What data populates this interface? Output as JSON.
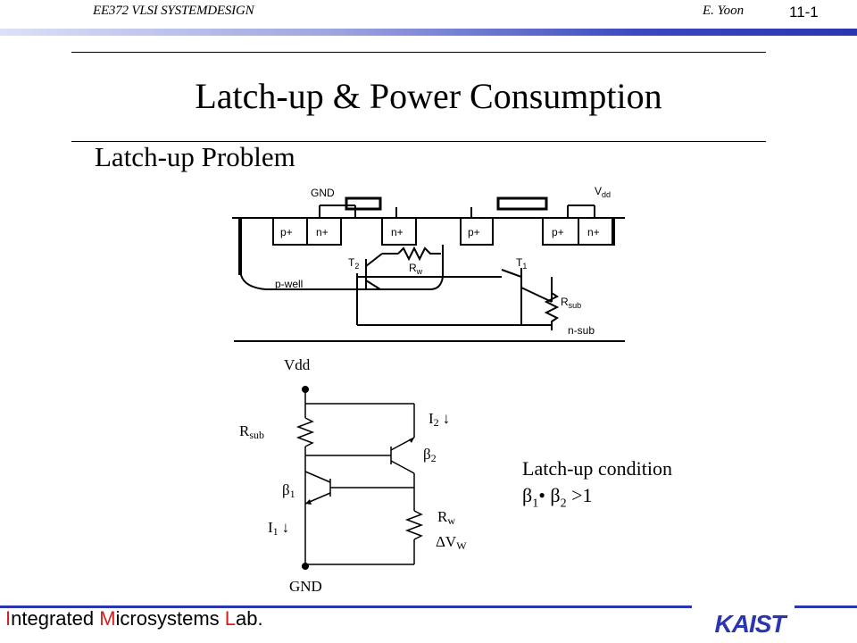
{
  "header": {
    "course": "EE372 VLSI SYSTEMDESIGN",
    "author": "E. Yoon",
    "slide_number": "11-1"
  },
  "title": "Latch-up & Power Consumption",
  "subtitle": "Latch-up Problem",
  "cross_section": {
    "gnd_label": "GND",
    "vdd_label": "V",
    "vdd_sub": "dd",
    "region_labels": [
      "p+",
      "n+",
      "n+",
      "p+",
      "p+",
      "n+"
    ],
    "pwell_label": "p-well",
    "nsub_label": "n-sub",
    "t1_label": "T",
    "t1_sub": "1",
    "t2_label": "T",
    "t2_sub": "2",
    "rw_label": "R",
    "rw_sub": "w",
    "rsub_label": "R",
    "rsub_sub": "sub"
  },
  "schematic": {
    "vdd": "Vdd",
    "gnd": "GND",
    "rsub": "R",
    "rsub_sub": "sub",
    "i1": "I",
    "i1_sub": "1",
    "i2": "I",
    "i2_sub": "2",
    "beta1": "β",
    "beta1_sub": "1",
    "beta2": "β",
    "beta2_sub": "2",
    "rw": "R",
    "rw_sub": "w",
    "dvw": "ΔV",
    "dvw_sub": "W",
    "arrow": "↓"
  },
  "condition": {
    "line1": "Latch-up condition",
    "b1": "β",
    "b1_sub": "1",
    "dot": "•",
    "b2": "β",
    "b2_sub": "2",
    "rest": " >1"
  },
  "footer": {
    "lab_I": "I",
    "lab_rest1": "ntegrated ",
    "lab_M": "M",
    "lab_rest2": "icrosystems ",
    "lab_L": "L",
    "lab_rest3": "ab.",
    "logo": "KAIST"
  },
  "colors": {
    "accent_blue": "#2a35b0",
    "lab_red": "#d22020"
  }
}
